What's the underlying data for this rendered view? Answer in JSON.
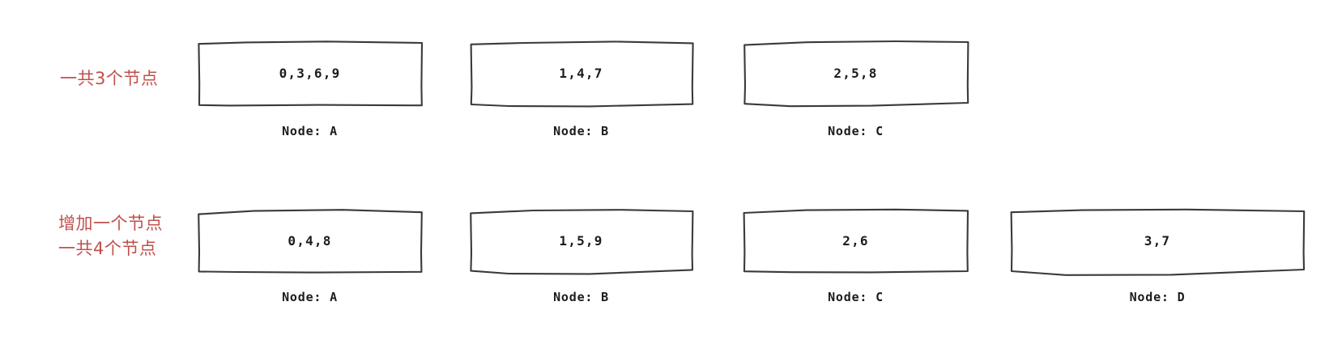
{
  "diagram": {
    "title_hidden": "",
    "rows": [
      {
        "annotation": [
          "一共3个节点"
        ],
        "nodes": [
          {
            "keys": "0,3,6,9",
            "caption": "Node: A"
          },
          {
            "keys": "1,4,7",
            "caption": "Node: B"
          },
          {
            "keys": "2,5,8",
            "caption": "Node: C"
          }
        ]
      },
      {
        "annotation": [
          "增加一个节点",
          "一共4个节点"
        ],
        "nodes": [
          {
            "keys": "0,4,8",
            "caption": "Node: A"
          },
          {
            "keys": "1,5,9",
            "caption": "Node: B"
          },
          {
            "keys": "2,6",
            "caption": "Node: C"
          },
          {
            "keys": "3,7",
            "caption": "Node: D"
          }
        ]
      }
    ],
    "colors": {
      "annotation_red": "#c0504d",
      "box_stroke": "#3a3a3a",
      "box_fill": "#ffffff",
      "text": "#1c1c1c",
      "background": "#ffffff"
    }
  }
}
